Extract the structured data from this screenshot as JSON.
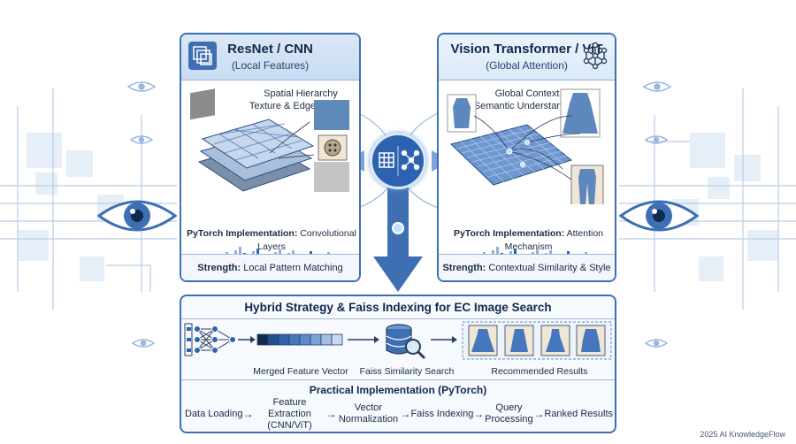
{
  "left_panel": {
    "title": "ResNet / CNN",
    "subtitle": "(Local Features)",
    "features": [
      "Spatial Hierarchy",
      "Texture & Edge Focus"
    ],
    "impl_label": "PyTorch Implementation:",
    "impl_value": "Convolutional Layers",
    "strength_label": "Strength:",
    "strength_value": "Local Pattern Matching"
  },
  "right_panel": {
    "title": "Vision Transformer / ViT",
    "subtitle": "(Global Attention)",
    "features": [
      "Global Context",
      "Semantic Understanding"
    ],
    "impl_label": "PyTorch Implementation:",
    "impl_value": "Attention Mechanism",
    "strength_label": "Strength:",
    "strength_value": "Contextual Similarity & Style"
  },
  "bottom_panel": {
    "title": "Hybrid Strategy & Faiss Indexing for EC Image Search",
    "pipeline_labels": [
      "Merged Feature Vector",
      "Faiss Similarity Search",
      "Recommended Results"
    ],
    "impl_title": "Practical Implementation (PyTorch)",
    "steps": [
      "Data Loading",
      "Feature Extraction (CNN/ViT)",
      "Vector Normalization",
      "Faiss Indexing",
      "Query Processing",
      "Ranked Results"
    ]
  },
  "credit": "2025 AI KnowledgeFlow",
  "colors": {
    "accent": "#3f6fb3",
    "light": "#dbe8f6",
    "dark": "#10294d"
  }
}
